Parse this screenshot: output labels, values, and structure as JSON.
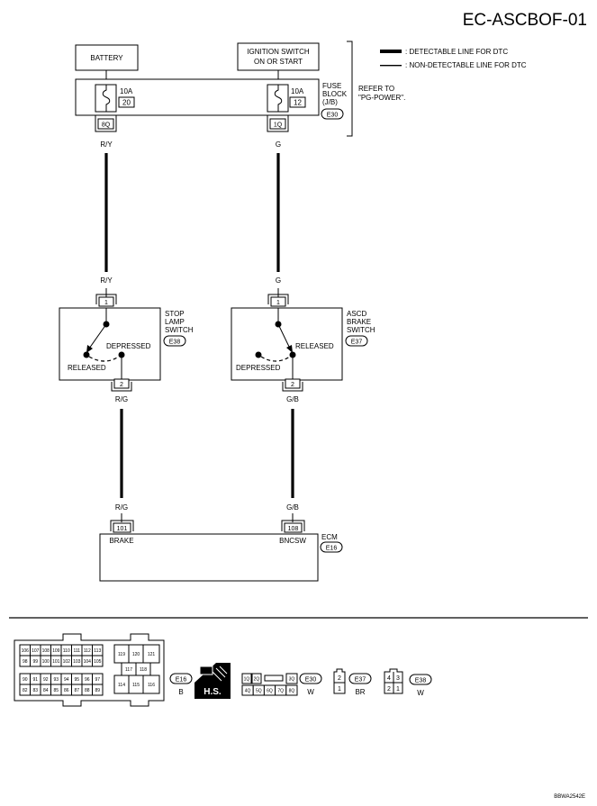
{
  "page_title": "EC-ASCBOF-01",
  "figure_code": "BBWA2542E",
  "legend": {
    "detectable": ": DETECTABLE LINE FOR DTC",
    "non_detectable": ": NON-DETECTABLE LINE FOR DTC"
  },
  "battery": {
    "label": "BATTERY"
  },
  "ignition": {
    "line1": "IGNITION SWITCH",
    "line2": "ON OR START"
  },
  "fuse_block": {
    "title_1": "FUSE",
    "title_2": "BLOCK",
    "title_3": "(J/B)",
    "connector": "E30",
    "refer_1": "REFER TO",
    "refer_2": "\"PG-POWER\".",
    "fuse_left": {
      "amp": "10A",
      "number": "20",
      "terminal": "8Q"
    },
    "fuse_right": {
      "amp": "10A",
      "number": "12",
      "terminal": "1Q"
    }
  },
  "wires": {
    "ry": "R/Y",
    "g": "G",
    "rg": "R/G",
    "gb": "G/B"
  },
  "stop_lamp_switch": {
    "name_1": "STOP",
    "name_2": "LAMP",
    "name_3": "SWITCH",
    "connector": "E38",
    "pin_in": "1",
    "pin_out": "2",
    "state_a": "DEPRESSED",
    "state_b": "RELEASED"
  },
  "ascd_brake_switch": {
    "name_1": "ASCD",
    "name_2": "BRAKE",
    "name_3": "SWITCH",
    "connector": "E37",
    "pin_in": "1",
    "pin_out": "2",
    "state_a": "RELEASED",
    "state_b": "DEPRESSED"
  },
  "ecm": {
    "name": "ECM",
    "connector": "E16",
    "pin_brake": "101",
    "label_brake": "BRAKE",
    "pin_bncsw": "108",
    "label_bncsw": "BNCSW"
  },
  "connectors": {
    "e16_rows": [
      [
        "106",
        "107",
        "108",
        "109",
        "110",
        "111",
        "112",
        "113"
      ],
      [
        "98",
        "99",
        "100",
        "101",
        "102",
        "103",
        "104",
        "105"
      ],
      [
        "90",
        "91",
        "92",
        "93",
        "94",
        "95",
        "96",
        "97"
      ],
      [
        "82",
        "83",
        "84",
        "85",
        "86",
        "87",
        "88",
        "89"
      ]
    ],
    "e16_right": [
      "119",
      "120",
      "121",
      "117",
      "118",
      "114",
      "115",
      "116"
    ],
    "e16_id": "E16",
    "e16_color": "B",
    "hs_label": "H.S.",
    "e30_top": [
      "1Q",
      "2Q",
      "3Q"
    ],
    "e30_bottom": [
      "4Q",
      "5Q",
      "6Q",
      "7Q",
      "8Q"
    ],
    "e30_id": "E30",
    "e30_color": "W",
    "e37_pins": [
      "2",
      "1"
    ],
    "e37_id": "E37",
    "e37_color": "BR",
    "e38_pins": [
      "4",
      "3",
      "2",
      "1"
    ],
    "e38_id": "E38",
    "e38_color": "W"
  }
}
